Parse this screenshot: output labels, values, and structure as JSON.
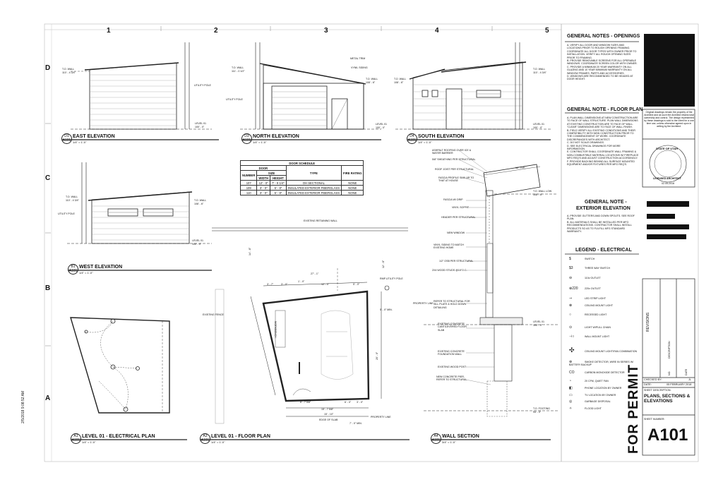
{
  "columns": [
    "1",
    "2",
    "3",
    "4",
    "5"
  ],
  "rows": [
    "D",
    "C",
    "B",
    "A"
  ],
  "timestamp": "2/5/2018 9:08:52 AM",
  "elevations": {
    "d1": {
      "id": "D1",
      "ref": "A101",
      "title": "EAST ELEVATION",
      "scale": "1/4\" = 1'-0\"",
      "tow_label": "T.O. WALL",
      "tow_value": "110' - 4 3/4\"",
      "lvl_label": "LEVEL 01",
      "lvl_value": "100' - 0\"",
      "note": "UTILITY POLE"
    },
    "d3": {
      "id": "D3",
      "ref": "A101",
      "title": "NORTH ELEVATION",
      "scale": "1/4\" = 1'-0\"",
      "tow_label": "T.O. WALL",
      "tow_value": "111' - 0 1/2\"",
      "lvl_label": "LEVEL 01",
      "lvl_value": "100' - 0\"",
      "tow2_label": "T.O. WALL",
      "tow2_value": "108' - 6\"",
      "note1": "METAL TRIM",
      "note2": "VYNIL SIDING",
      "note3": "UTILITY POLE"
    },
    "d4": {
      "id": "D4",
      "ref": "A101",
      "title": "SOUTH ELEVATION",
      "scale": "1/4\" = 1'-0\"",
      "tow_label": "T.O. WALL",
      "tow_value": "108' - 6\"",
      "tow2_label": "T.O. WALL",
      "tow2_value": "110' - 4 3/4\"",
      "lvl_label": "LEVEL 01",
      "lvl_value": "100' - 0\""
    },
    "b1": {
      "id": "B1",
      "ref": "A101",
      "title": "WEST ELEVATION",
      "scale": "1/4\" = 1'-0\"",
      "tow_label": "T.O. WALL",
      "tow_value": "110' - 4 3/4\"",
      "tow2_label": "T.O. WALL",
      "tow2_value": "108' - 6\"",
      "lvl_label": "LEVEL 01",
      "lvl_value": "100' - 0\"",
      "note": "UTILITY POLE"
    }
  },
  "plans": {
    "a1": {
      "id": "A1",
      "ref": "A101",
      "title": "LEVEL 01 - ELECTRICAL PLAN",
      "scale": "1/4\" = 1'-0\""
    },
    "a3": {
      "id": "A3",
      "ref": "A101",
      "title": "LEVEL 01 - FLOOR PLAN",
      "scale": "1/4\" = 1'-0\"",
      "labels": {
        "retaining": "EXISTING RETAINING WALL",
        "fence": "EXISTING FENCE",
        "pole": "RMP UTILITY POLE",
        "property": "PROPERTY LINE",
        "property2": "PROPERTY LINE",
        "slab": "EDGE OF SLAB",
        "workbench": "WORKBENCH",
        "min1": "5' - 0\" MIN.",
        "min2": "7' - 0\" MIN.",
        "dim_top": "27' - 1\"",
        "dim_a": "3' - 7\"",
        "dim_b": "3' - 0\"",
        "dim_c": "1' - 0\"",
        "dim_d": "12' - 0\"",
        "dim_e": "5' - 0\"",
        "dim_f": "6' - 7 5/8\"",
        "dim_g": "15' - 7 5/8\"",
        "dim_h": "3' - 0\"",
        "dim_i": "6' - 0\"",
        "dim_j": "15' - 10\"",
        "dim_left": "14' - 8\"",
        "dim_right": "20' - 0\"",
        "dim_right2": "12' - 8\""
      }
    }
  },
  "wall_section": {
    "id": "A4",
    "ref": "A101",
    "title": "WALL SECTION",
    "scale": "3/4\" = 1'-0\"",
    "callouts": [
      "ASHPALT ROOFING OVER ICE & WATER BARRIER",
      "5/8\" SHEATHING PER STRUCTURAL",
      "ROOF JOIST PER STRUCTURAL",
      "FASCIA PROFILE SIMILAR TO THAT AT HOUSE",
      "FASCIA W/ DRIP",
      "VINYL SOFFIT",
      "HEADER PER STRUCTURAL",
      "NEW WINDOW",
      "VINYL SIDING TO MATCH EXISTING HOME",
      "1/2\" OSB PER STRUCTURAL",
      "2X4 WOOD STUDS @16\"O.C.",
      "REFER TO STRUCTURAL FOR SILL PLATE & HOLD DOWN DETAILING",
      "EXISTING CONCRETE CANTILEVERED FLOOR SLAB",
      "EXISTING CONCRETE FOUNDATION WALL",
      "EXISTING WOOD POST",
      "NEW CONCRETE PIER, REFER TO STRUCTURAL"
    ],
    "slope": "12\" TYP.",
    "tow_label": "T.O. WALL LOW",
    "tow_value": "108' - 6\"",
    "lvl_label": "LEVEL 01",
    "lvl_value": "100' - 0\"",
    "tof_label": "T.O. FOOTING",
    "tof_value": "94' - 0\""
  },
  "door_schedule": {
    "title": "DOOR SCHEDULE",
    "h_door": "DOOR",
    "h_size": "SIZE",
    "h_number": "NUMBER",
    "h_width": "WIDTH",
    "h_height": "HEIGHT",
    "h_type": "TYPE",
    "h_fire": "FIRE RATING",
    "rows": [
      [
        "107",
        "12' - 0\"",
        "7' - 9 1/4\"",
        "OH SECTIONAL",
        "NONE"
      ],
      [
        "109",
        "3' - 0\"",
        "6' - 8\"",
        "INSULATED EXTERIOR FIBERGLASS",
        "NONE"
      ],
      [
        "110",
        "3' - 0\"",
        "6' - 8\"",
        "INSULATED EXTERIOR FIBERGLASS",
        "NONE"
      ]
    ]
  },
  "notes": {
    "openings_title": "GENERAL NOTES - OPENINGS",
    "openings": [
      "A. VERIFY ALL DOOR AND WINDOW SIZES AND LOCATIONS PRIOR TO ROUGH OPENING FRAMING. COORDINATE ALL DOOR TYPES WITH OWNER PRIOR TO INSTALLATION. VERIFY ALL ROUGH OPENING SIZES PRIOR TO FRAMING.",
      "B. PROVIDE REMOVABLE SCREENS FOR ALL OPERABLE WINDOWS. COORDINATE SCREEN COLOR WITH OWNER.",
      "C. PROVIDE A MINIMUM 20 YEAR WARRANTY ON ALL GLAZING AND 10 YEAR MINIMUM WARRANTY ON ALL WINDOW FRAMES, PARTS AND ACCESSORIES.",
      "D. WINDOWS ARE RECOMMENDED TO BE HEADED AT DOOR HEIGHT."
    ],
    "floor_title": "GENERAL NOTE - FLOOR PLAN",
    "floor": [
      "A. PLAN WALL DIMENSIONS AT NEW CONSTRUCTION ARE TO FACE OF WALL STRUCTURE. PLAN WALL DIMENSIONS AT EXISTING CONSTRUCTION ARE TO FACE OF WALL. \"CLEAR\" DIMENSIONS ARE TO FACE OF WALL FINISH.",
      "B. FIELD VERIFY ALL EXISTING CONDITIONS AND THEIR COMPATIBILITY WITH NEW CONSTRUCTION PRIOR TO THE COMMENCEMENT OF WORK. COORDINATE DISCREPANCIES WITH ARCHITECT.",
      "C. DO NOT SCALE DRAWINGS.",
      "D. SEE ELECTRICAL DRAWINGS FOR MORE INFORMATION.",
      "E. CONTRACTOR SHALL COORDINATE WALL FRAMING & NON-COMBUSTIBLE MATERIAL LOCATIONS W/ FIREPLACE MFG REQ'S AND ADJUST CONSTRUCTION ACCORDINGLY.",
      "F. PROVIDE BACKING BEHIND ALL SURFACE MOUNTED EQUIPMENT AND/OR FIXTURES PER MFG REQ'S."
    ],
    "exterior_title_1": "GENERAL NOTE -",
    "exterior_title_2": "EXTERIOR ELEVATION",
    "exterior": [
      "A. PROVIDE GUTTERS AND DOWN SPOUTS. SEE ROOF PLAN.",
      "B. ALL MATERIALS SHALL BE INSTALLED PER MFG RECOMMENDATIONS. CONTRACTOR SHALL INSTALL PRODUCTS SO AS TO FULFILL MFG STANDARD WARRANTY."
    ]
  },
  "legend": {
    "title": "LEGEND - ELECTRICAL",
    "items": [
      {
        "sym": "$",
        "label": "SWITCH"
      },
      {
        "sym": "$3",
        "label": "THREE WAY SWITCH"
      },
      {
        "sym": "⊖",
        "label": "110v OUTLET"
      },
      {
        "sym": "⊕220",
        "label": "220v OUTLET"
      },
      {
        "sym": "⊸",
        "label": "LED STRIP LIGHT"
      },
      {
        "sym": "⊗",
        "label": "CEILING MOUNT LIGHT"
      },
      {
        "sym": "○",
        "label": "RECESSED LIGHT"
      },
      {
        "sym": "⊙",
        "label": "LIGHT W/PULL CHAIN"
      },
      {
        "sym": "⊣○",
        "label": "WALL MOUNT LIGHT"
      },
      {
        "sym": "✣",
        "label": "CEILING MOUNT LIGHT/FAN COMBINATION"
      },
      {
        "sym": "⊛",
        "label": "SMOKE DETECTOR, WIRE IN SERIES W/ BATTERY BACKUP"
      },
      {
        "sym": "CO",
        "label": "CARBON MONOXIDE DETECTOR"
      },
      {
        "sym": "◔",
        "label": "20 CFM, QUIET FAN"
      },
      {
        "sym": "◧",
        "label": "PHONE LOCATION BY OWNER"
      },
      {
        "sym": "▭",
        "label": "TV LOCATION BY OWNER"
      },
      {
        "sym": "◎",
        "label": "GARBAGE DISPOSAL"
      },
      {
        "sym": "✧",
        "label": "FLOOD LIGHT"
      }
    ]
  },
  "title_block": {
    "stamp_note": "Original drawings remain the property of the Architect and as such the Architect retains total ownership and control. The design represented by these drawings is sold to the client for a one time use, unless otherwise agreed upon in writing by the Architect.",
    "stamp_top": "STATE OF UTAH",
    "stamp_bottom": "LICENSED ARCHITECT",
    "stamp_date": "02.05.2018",
    "revisions": "REVISIONS",
    "rev_no": "NO.",
    "rev_desc": "DESCRIPTION",
    "rev_date": "DATE",
    "checked_label": "CHECKED BY:",
    "checked_value": "JL",
    "date_label": "DATE:",
    "date_value": "05 FEBRUARY 2018",
    "desc_label": "SHEET DESCRIPTION:",
    "desc_value": "PLANS, SECTIONS & ELEVATIONS",
    "num_label": "SHEET NUMBER:",
    "sheet_number": "A101",
    "permit": "FOR PERMIT"
  },
  "colors": {
    "ink": "#111111",
    "line": "#333333",
    "redact": "#111111"
  }
}
